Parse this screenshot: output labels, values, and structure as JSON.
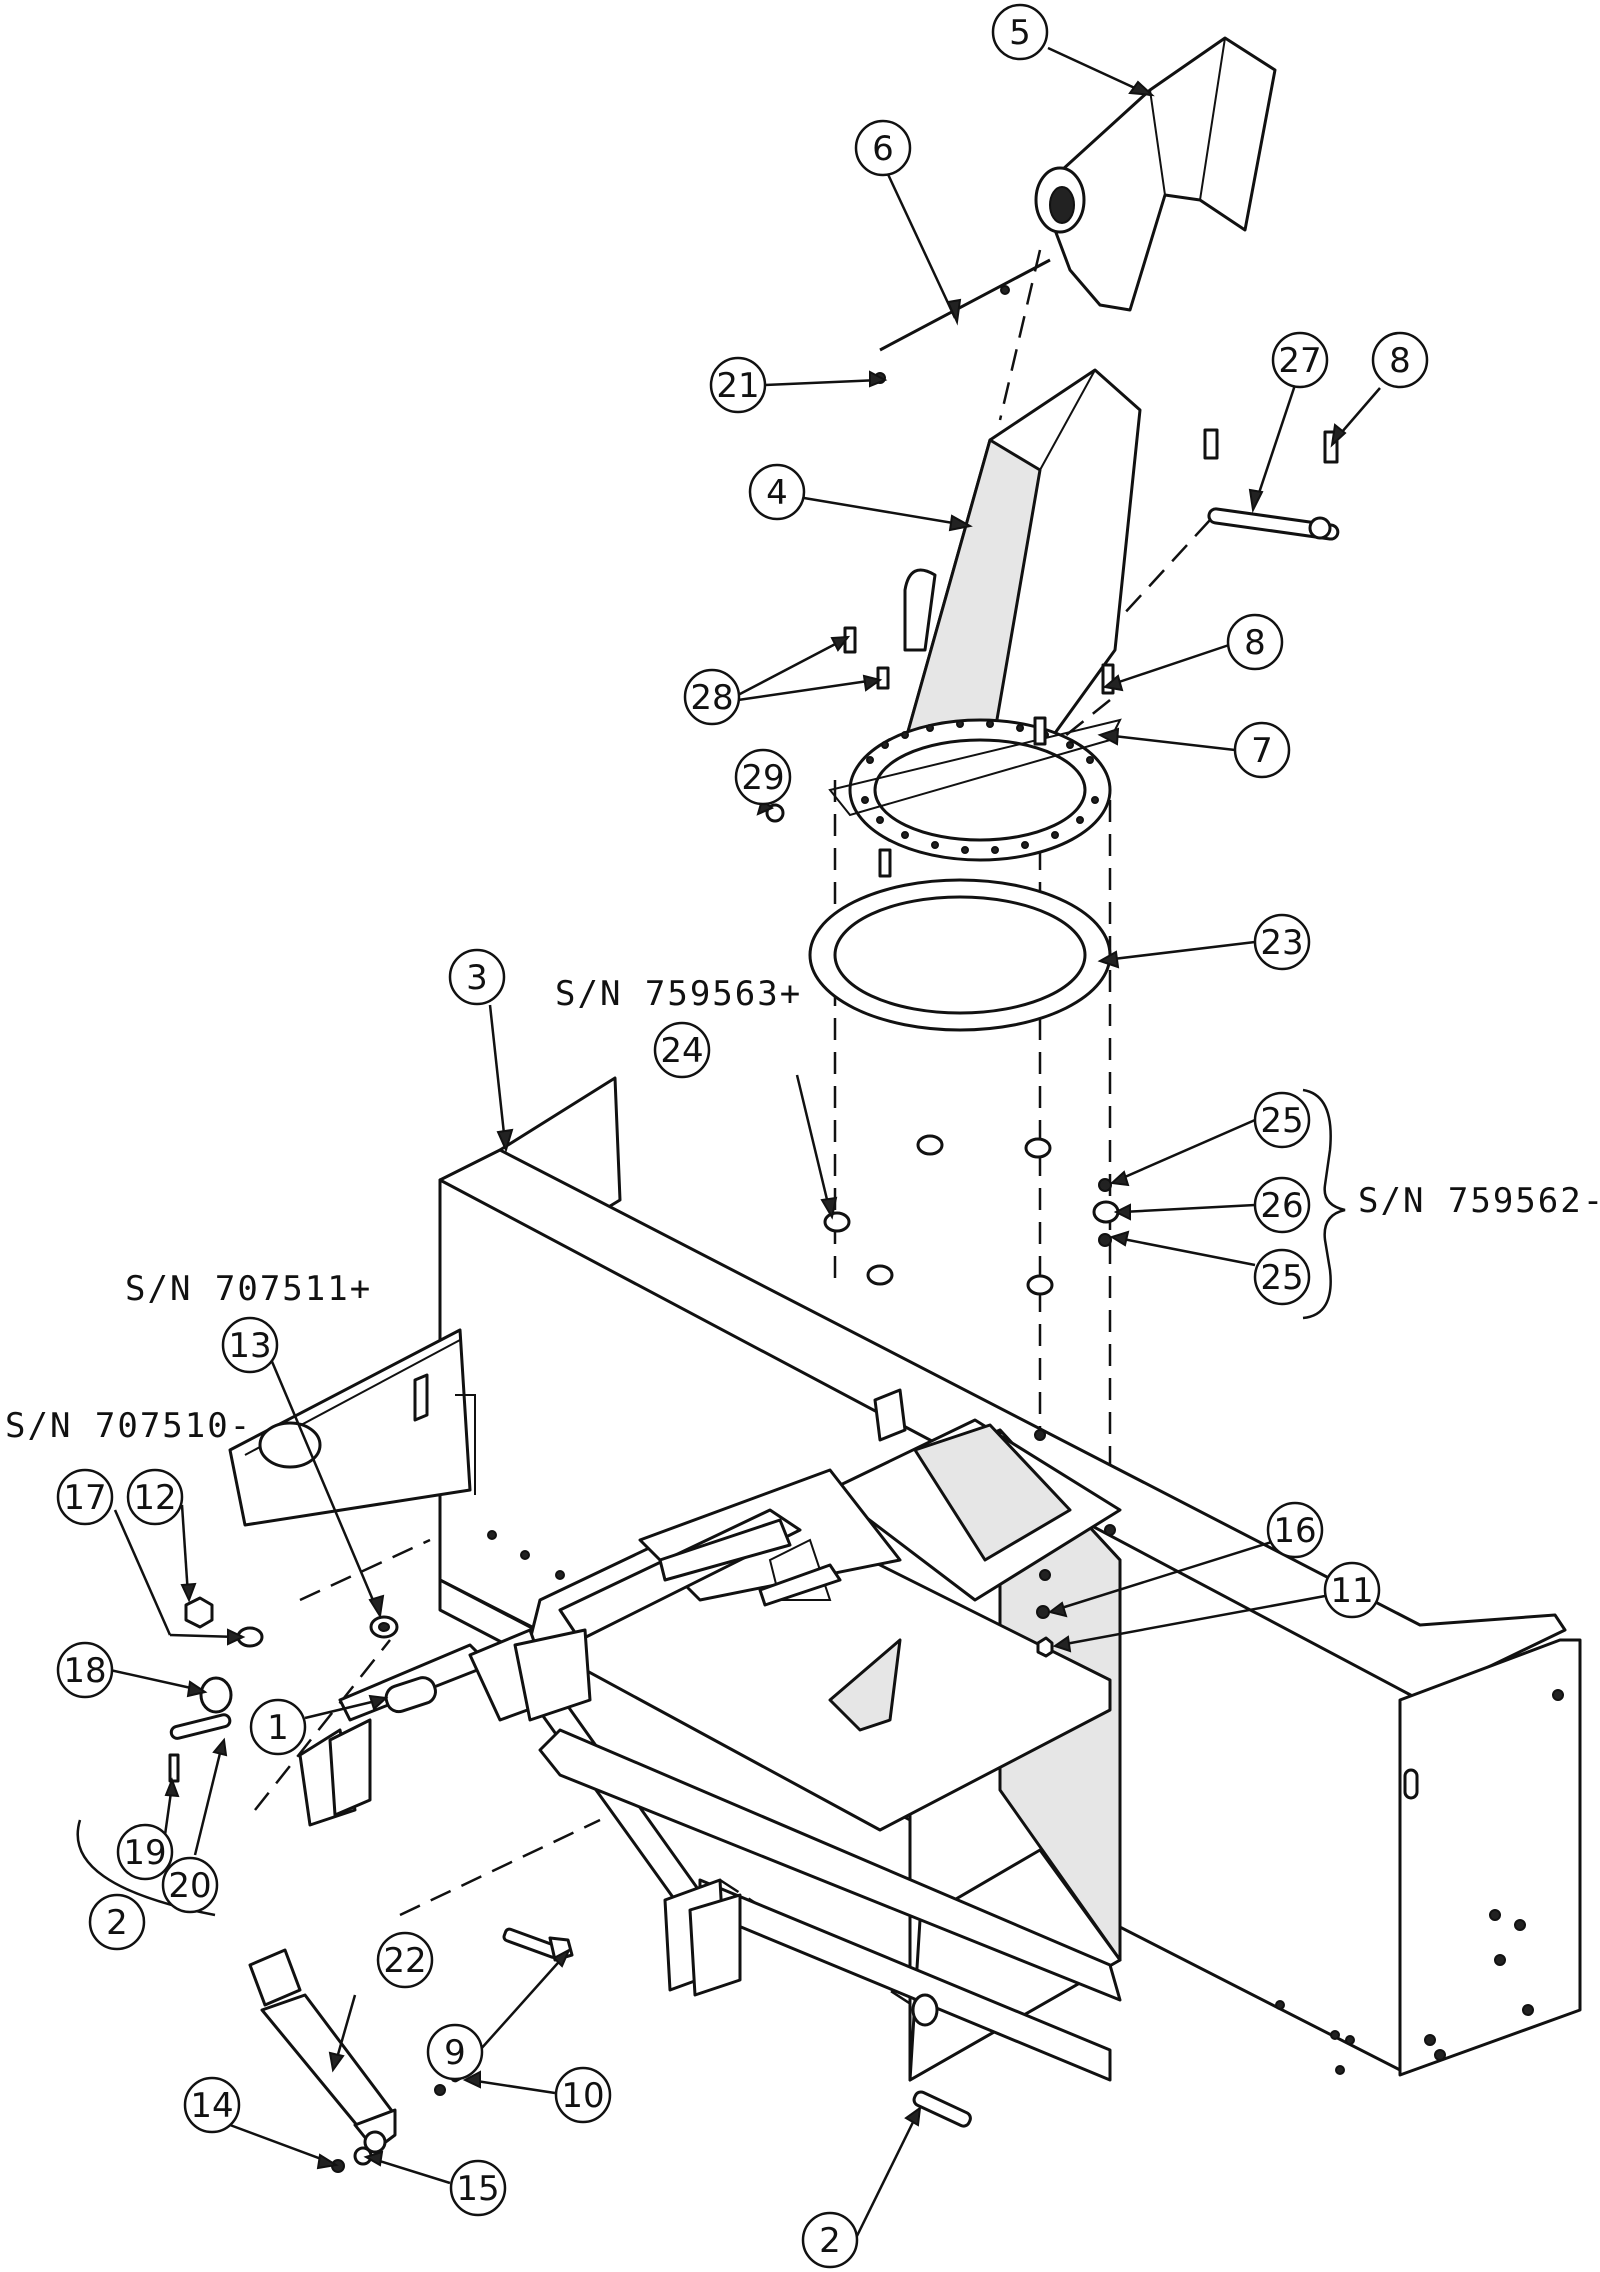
{
  "colors": {
    "ink": "#111111",
    "paper": "#ffffff",
    "shade": "#e6e6e6"
  },
  "callouts": [
    {
      "id": "c5",
      "text": "5"
    },
    {
      "id": "c6",
      "text": "6"
    },
    {
      "id": "c21",
      "text": "21"
    },
    {
      "id": "c27",
      "text": "27"
    },
    {
      "id": "c8a",
      "text": "8"
    },
    {
      "id": "c4",
      "text": "4"
    },
    {
      "id": "c8b",
      "text": "8"
    },
    {
      "id": "c28",
      "text": "28"
    },
    {
      "id": "c7",
      "text": "7"
    },
    {
      "id": "c29",
      "text": "29"
    },
    {
      "id": "c23",
      "text": "23"
    },
    {
      "id": "c3",
      "text": "3"
    },
    {
      "id": "c24",
      "text": "24"
    },
    {
      "id": "c25a",
      "text": "25"
    },
    {
      "id": "c26",
      "text": "26"
    },
    {
      "id": "c25b",
      "text": "25"
    },
    {
      "id": "c13",
      "text": "13"
    },
    {
      "id": "c17",
      "text": "17"
    },
    {
      "id": "c12",
      "text": "12"
    },
    {
      "id": "c16",
      "text": "16"
    },
    {
      "id": "c11",
      "text": "11"
    },
    {
      "id": "c18",
      "text": "18"
    },
    {
      "id": "c1",
      "text": "1"
    },
    {
      "id": "c19",
      "text": "19"
    },
    {
      "id": "c20",
      "text": "20"
    },
    {
      "id": "c2a",
      "text": "2"
    },
    {
      "id": "c22",
      "text": "22"
    },
    {
      "id": "c9",
      "text": "9"
    },
    {
      "id": "c10",
      "text": "10"
    },
    {
      "id": "c14",
      "text": "14"
    },
    {
      "id": "c15",
      "text": "15"
    },
    {
      "id": "c2b",
      "text": "2"
    }
  ],
  "serial_notes": {
    "sn_759563": "S/N 759563+",
    "sn_759562": "S/N 759562-",
    "sn_707511": "S/N 707511+",
    "sn_707510": "S/N 707510-"
  }
}
